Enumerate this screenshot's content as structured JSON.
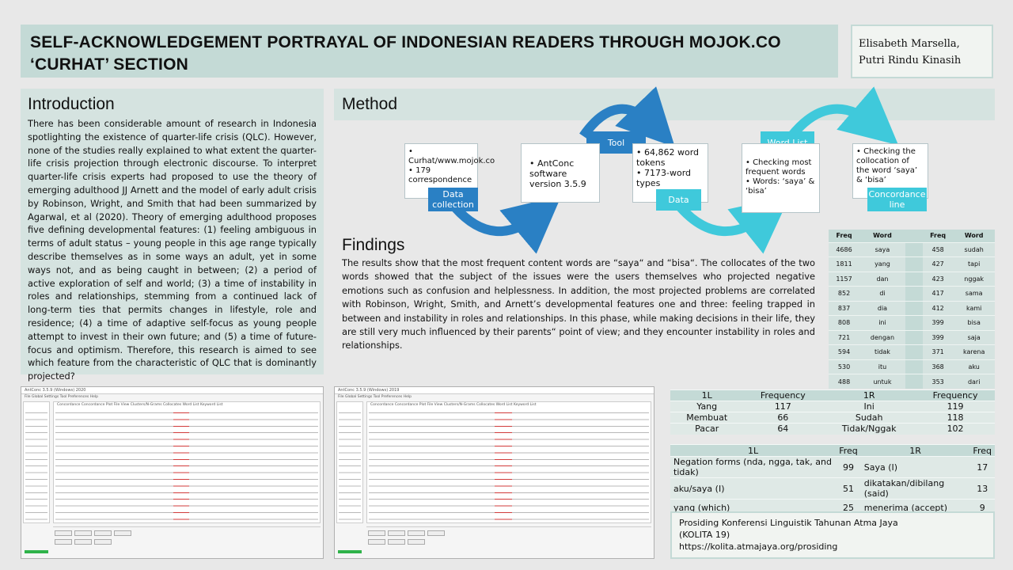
{
  "title": "SELF-ACKNOWLEDGEMENT PORTRAYAL OF INDONESIAN READERS THROUGH MOJOK.CO ‘CURHAT’ SECTION",
  "authors": [
    "Elisabeth Marsella,",
    "Putri Rindu Kinasih"
  ],
  "introduction": {
    "heading": "Introduction",
    "body": "There has been considerable amount of research in Indonesia spotlighting the existence of quarter-life crisis (QLC). However, none of the studies really explained to what extent the quarter-life crisis projection through electronic discourse. To interpret quarter-life crisis experts had proposed to use the theory of emerging adulthood JJ Arnett and the model of early adult crisis by Robinson, Wright, and Smith that had been summarized by Agarwal, et al (2020). Theory of emerging adulthood proposes five defining developmental features: (1) feeling ambiguous in terms of adult status – young people in this age range typically describe themselves as in some ways an adult, yet in some ways not, and as being caught in between; (2) a period of active exploration of self and world; (3) a time of instability in roles and relationships, stemming from a continued lack of long-term ties that permits changes in lifestyle, role and residence; (4) a time of adaptive self-focus as young people attempt to invest in their own future; and (5) a time of future-focus and optimism. Therefore, this research is aimed to see which feature from the characteristic of QLC that is dominantly projected?"
  },
  "method": {
    "heading": "Method",
    "steps": [
      {
        "label": "Data collection",
        "items": [
          "Curhat/www.mojok.co",
          "179 correspondence"
        ]
      },
      {
        "label": "Tool",
        "items": [
          "AntConc software version 3.5.9"
        ]
      },
      {
        "label": "Data",
        "items": [
          "64,862 word tokens",
          "7173-word types"
        ]
      },
      {
        "label": "Word List",
        "items": [
          "Checking most frequent words",
          "Words: ‘saya’ & ‘bisa’"
        ]
      },
      {
        "label": "Concordance line",
        "items": [
          "Checking the collocation of the word ‘saya’ & ‘bisa’"
        ]
      }
    ]
  },
  "findings": {
    "heading": "Findings",
    "body": "The results show that the most frequent content words are “saya“ and “bisa“. The collocates of the two words showed that the subject of the issues were the users themselves who projected negative emotions such as confusion and helplessness. In addition, the most projected problems are correlated with Robinson, Wright, Smith, and Arnett’s developmental features one and three: feeling trapped in between and instability in roles and relationships. In this phase, while making decisions in their life, they are still very much influenced by their parents“ point of view; and they encounter instability in roles and relationships."
  },
  "freq_table": {
    "headers": [
      "Freq",
      "Word",
      "Freq",
      "Word"
    ],
    "rows": [
      [
        "4686",
        "saya",
        "458",
        "sudah"
      ],
      [
        "1811",
        "yang",
        "427",
        "tapi"
      ],
      [
        "1157",
        "dan",
        "423",
        "nggak"
      ],
      [
        "852",
        "di",
        "417",
        "sama"
      ],
      [
        "837",
        "dia",
        "412",
        "kami"
      ],
      [
        "808",
        "ini",
        "399",
        "bisa"
      ],
      [
        "721",
        "dengan",
        "399",
        "saja"
      ],
      [
        "594",
        "tidak",
        "371",
        "karena"
      ],
      [
        "530",
        "itu",
        "368",
        "aku"
      ],
      [
        "488",
        "untuk",
        "353",
        "dari"
      ]
    ]
  },
  "screenshots": [
    {
      "window_title": "AntConc 3.5.9 (Windows) 2020",
      "menu": "File  Global Settings  Tool Preferences  Help",
      "tabs": "Concordance  Concordance Plot  File View  Clusters/N-Grams  Collocates  Word List  Keyword List"
    },
    {
      "window_title": "AntConc 3.5.9 (Windows) 2019",
      "menu": "File  Global Settings  Tool Preferences  Help",
      "tabs": "Concordance  Concordance Plot  File View  Clusters/N-Grams  Collocates  Word List  Keyword List"
    }
  ],
  "table_1l1r": {
    "headers": [
      "1L",
      "Frequency",
      "1R",
      "Frequency"
    ],
    "rows": [
      [
        "Yang",
        "117",
        "Ini",
        "119"
      ],
      [
        "Membuat",
        "66",
        "Sudah",
        "118"
      ],
      [
        "Pacar",
        "64",
        "Tidak/Nggak",
        "102"
      ]
    ]
  },
  "table_collocates": {
    "headers": [
      "1L",
      "Freq",
      "1R",
      "Freq"
    ],
    "rows": [
      [
        "Negation forms (nda, ngga, tak, and tidak)",
        "99",
        "Saya (I)",
        "17"
      ],
      [
        "aku/saya (I)",
        "51",
        "dikatakan/dibilang (said)",
        "13"
      ],
      [
        "yang (which)",
        "25",
        "menerima (accept)",
        "9"
      ]
    ]
  },
  "proceedings": [
    "Prosiding Konferensi Linguistik Tahunan Atma Jaya",
    "(KOLITA 19)",
    "https://kolita.atmajaya.org/prosiding"
  ]
}
